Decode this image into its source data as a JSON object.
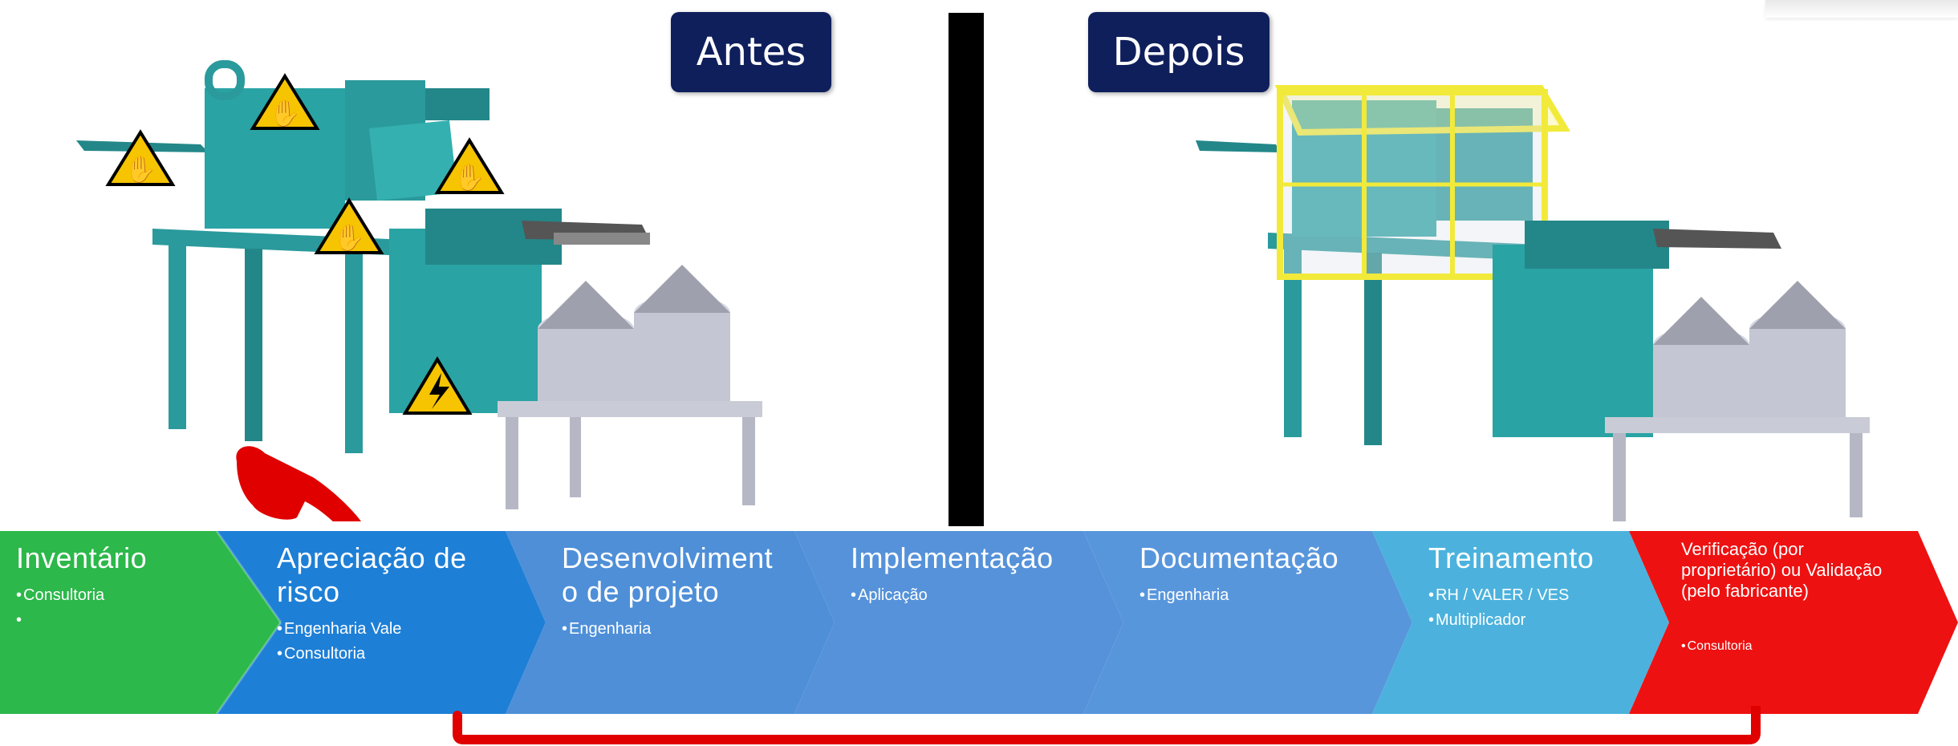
{
  "labels": {
    "before": "Antes",
    "after": "Depois"
  },
  "colors": {
    "label_bg": "#0f1f5c",
    "divider": "#000000",
    "machine_teal": "#2a9a9c",
    "hazard_yellow": "#f6c400",
    "guard_yellow": "#f2ea3a",
    "hand_red": "#e00000",
    "return_line": "#e00000"
  },
  "hazard_icons": [
    "hand-crush-warning-icon",
    "electrical-hazard-icon"
  ],
  "steps": [
    {
      "title": "Inventário",
      "bullets": [
        "Consultoria",
        ""
      ],
      "color": "#2cb84a"
    },
    {
      "title": "Apreciação de risco",
      "bullets": [
        "Engenharia Vale",
        "Consultoria"
      ],
      "color": "#1e7fd6"
    },
    {
      "title": "Desenvolvimento de projeto",
      "bullets": [
        "Engenharia"
      ],
      "color": "#4e8fd8"
    },
    {
      "title": "Implementação",
      "bullets": [
        "Aplicação"
      ],
      "color": "#5592d9"
    },
    {
      "title": "Documentação",
      "bullets": [
        "Engenharia"
      ],
      "color": "#5896dc"
    },
    {
      "title": "Treinamento",
      "bullets": [
        "RH / VALER / VES",
        "Multiplicador"
      ],
      "color": "#4cb2dd"
    },
    {
      "title": "Verificação (por proprietário) ou Validação (pelo fabricante)",
      "bullets": [
        "Consultoria"
      ],
      "color": "#ee1111"
    }
  ]
}
